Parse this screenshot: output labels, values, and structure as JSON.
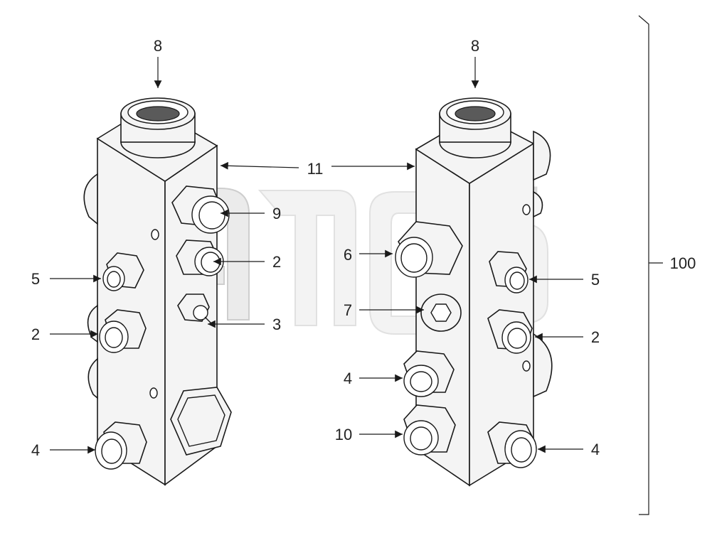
{
  "diagram": {
    "watermark": "TM",
    "callouts": {
      "left_top_8": "8",
      "right_top_8": "8",
      "center_11": "11",
      "left_9": "9",
      "left_2a": "2",
      "left_3": "3",
      "left_5": "5",
      "left_2b": "2",
      "left_4": "4",
      "right_6": "6",
      "right_7": "7",
      "right_4a": "4",
      "right_10": "10",
      "right_5": "5",
      "right_2": "2",
      "right_4b": "4",
      "assembly_100": "100"
    }
  }
}
